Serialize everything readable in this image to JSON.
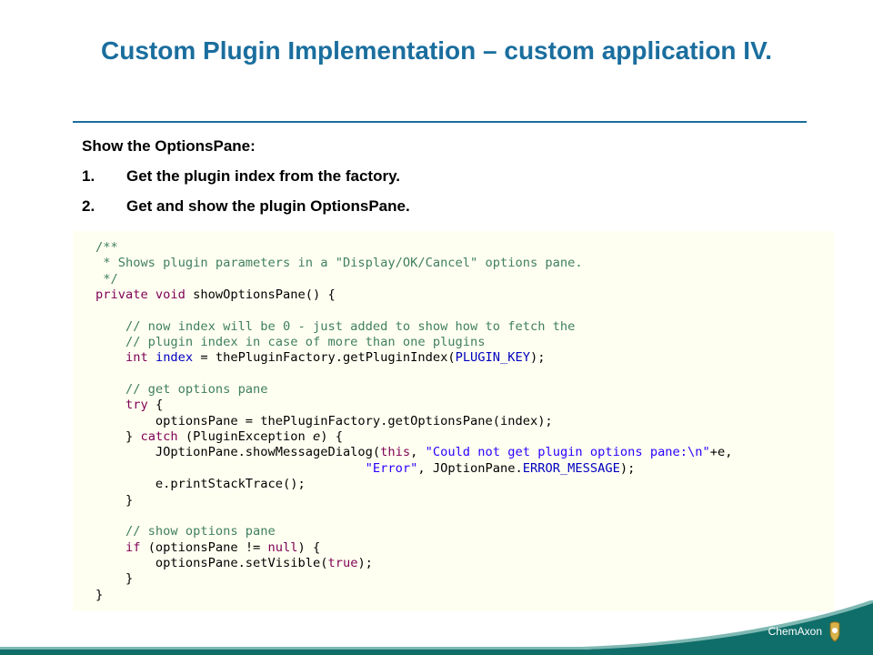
{
  "title": "Custom Plugin Implementation – custom application IV.",
  "intro": "Show the OptionsPane:",
  "steps": [
    {
      "num": "1.",
      "text": "Get the plugin index from the factory."
    },
    {
      "num": "2.",
      "text": "Get and show the plugin OptionsPane."
    }
  ],
  "code": {
    "l01": "/**",
    "l02": " * Shows plugin parameters in a \"Display/OK/Cancel\" options pane.",
    "l03": " */",
    "l04_kw": "private void",
    "l04_rest": " showOptionsPane() {",
    "l06": "    // now index will be 0 - just added to show how to fetch the",
    "l07": "    // plugin index in case of more than one plugins",
    "l08_kw": "int",
    "l08_var": "index",
    "l08_mid": " = thePluginFactory.getPluginIndex(",
    "l08_fd": "PLUGIN_KEY",
    "l08_end": ");",
    "l10": "    // get options pane",
    "l11_kw": "try",
    "l11_rest": " {",
    "l12": "        optionsPane = thePluginFactory.getOptionsPane(index);",
    "l13_a": "    } ",
    "l13_kw": "catch",
    "l13_b": " (PluginException ",
    "l13_e": "e",
    "l13_c": ") {",
    "l14_a": "        JOptionPane.showMessageDialog(",
    "l14_kw": "this",
    "l14_b": ", ",
    "l14_st": "\"Could not get plugin options pane:\\n\"",
    "l14_c": "+e,",
    "l15_st": "\"Error\"",
    "l15_a": ", JOptionPane.",
    "l15_fd": "ERROR_MESSAGE",
    "l15_b": ");",
    "l16": "        e.printStackTrace();",
    "l17": "    }",
    "l19": "    // show options pane",
    "l20_kw": "if",
    "l20_a": " (optionsPane != ",
    "l20_kw2": "null",
    "l20_b": ") {",
    "l21_a": "        optionsPane.setVisible(",
    "l21_kw": "true",
    "l21_b": ");",
    "l22": "    }",
    "l23": "}"
  },
  "footer": {
    "logo_text": "ChemAxon"
  },
  "colors": {
    "title": "#1a6e9e",
    "footer": "#0f6e6a",
    "code_bg": "#fffff1"
  }
}
